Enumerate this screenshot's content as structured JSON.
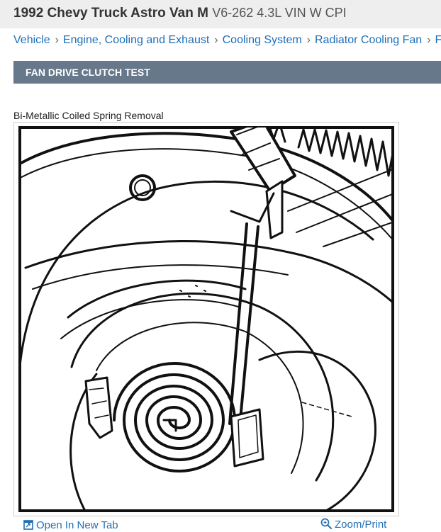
{
  "header": {
    "title": "1992 Chevy Truck Astro Van M",
    "subtitle": "V6-262 4.3L VIN W CPI"
  },
  "breadcrumb": {
    "items": [
      "Vehicle",
      "Engine, Cooling and Exhaust",
      "Cooling System",
      "Radiator Cooling Fan",
      "F"
    ],
    "separator": "›"
  },
  "section": {
    "title": "FAN DRIVE CLUTCH TEST"
  },
  "figure": {
    "caption": "Bi-Metallic Coiled Spring Removal"
  },
  "toolbar": {
    "open_tab_label": "Open In New Tab",
    "open_tab_icon": "open-new-tab-icon",
    "zoom_label": "Zoom/Print",
    "zoom_icon": "magnifier-icon"
  },
  "colors": {
    "link": "#1e6fb8",
    "section_bar": "#67788a",
    "title_bar": "#eeeeee"
  }
}
